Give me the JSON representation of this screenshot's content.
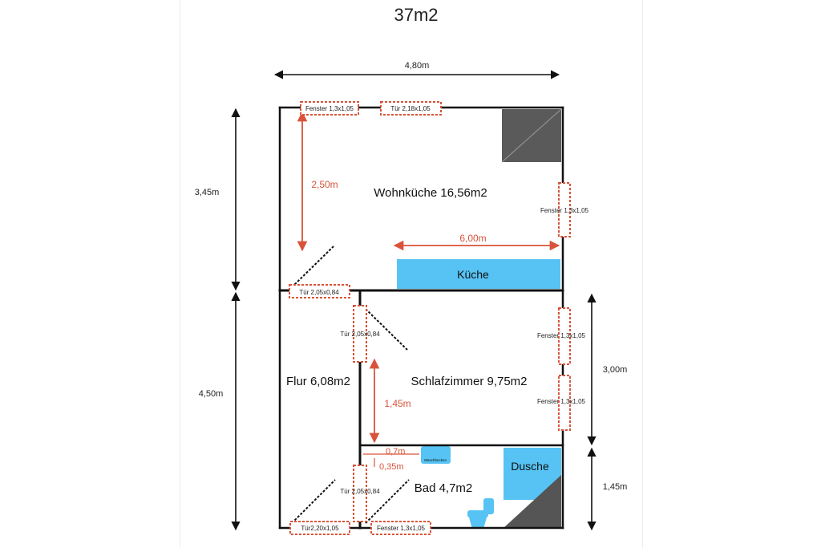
{
  "title": "37m2",
  "dimensions": {
    "width_total": "4,80m",
    "height_upper": "3,45m",
    "height_lower": "4,50m",
    "height_bedroom": "3,00m",
    "height_bath": "1,45m",
    "kitchen_depth": "2,50m",
    "kitchen_length": "6,00m",
    "bedroom_inner": "1,45m",
    "bath_gap_1": "0,7m",
    "bath_gap_2": "0,35m"
  },
  "rooms": {
    "wohnkueche": "Wohnküche 16,56m2",
    "kueche": "Küche",
    "flur": "Flur 6,08m2",
    "schlafzimmer": "Schlafzimmer 9,75m2",
    "bad": "Bad 4,7m2",
    "dusche": "Dusche",
    "waschbecken": "Waschbecken"
  },
  "openings": {
    "fenster_top": "Fenster 1,3x1,05",
    "tuer_top": "Tür 2,18x1,05",
    "fenster_kitchen_right": "Fenster 1,3x1,05",
    "tuer_wohnkueche": "Tür 2,05x0,84",
    "tuer_schlafzimmer": "Tür 2,05x0,84",
    "fenster_bed_right_1": "Fenster 1,3x1,05",
    "fenster_bed_right_2": "Fenster 1,3x1,05",
    "tuer_bad": "Tür 2,05x0,84",
    "tuer_eingang": "Tür2,20x1,05",
    "fenster_bad_bottom": "Fenster 1,3x1,05"
  },
  "colors": {
    "wall": "#111111",
    "measure_red": "#d9533a",
    "fixture_blue": "#56c3f4",
    "stair_gray": "#5a5a5a",
    "dotted_red": "#d9533a"
  }
}
